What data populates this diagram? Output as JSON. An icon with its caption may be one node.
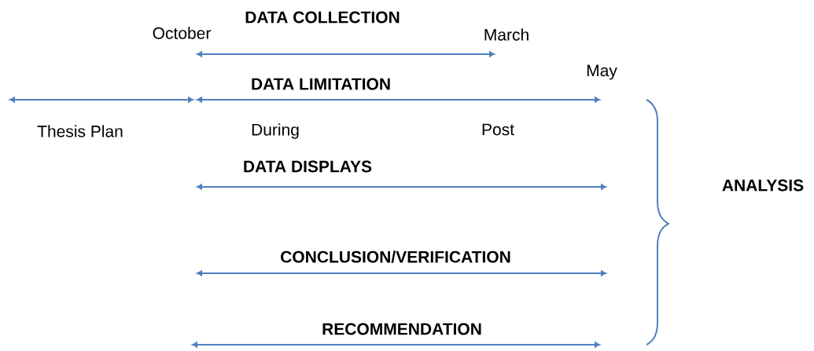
{
  "diagram": {
    "labels": [
      "DATA COLLECTION",
      "October",
      "March",
      "DATA LIMITATION",
      "May",
      "Thesis Plan",
      "During",
      "Post",
      "DATA DISPLAYS",
      "ANALYSIS",
      "CONCLUSION/VERIFICATION",
      "RECOMMENDATION"
    ]
  }
}
